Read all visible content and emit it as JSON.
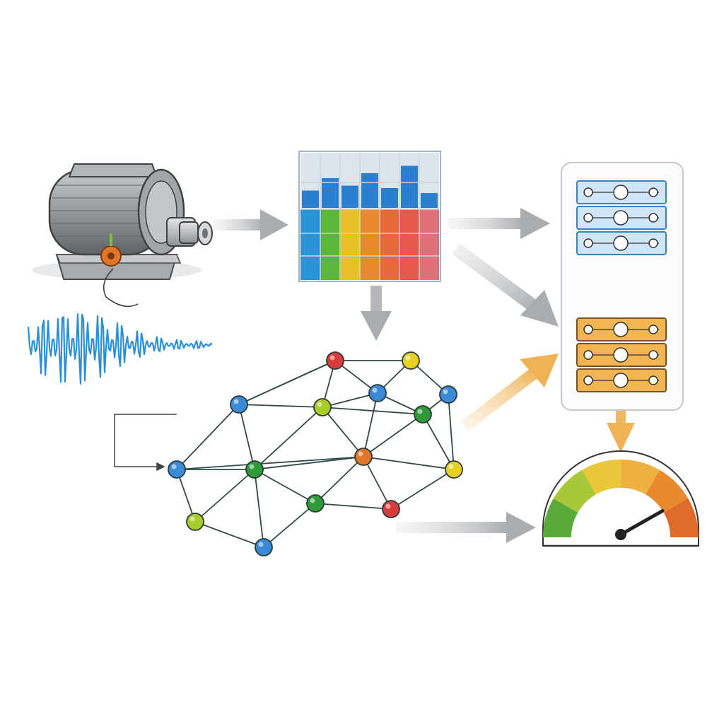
{
  "diagram": {
    "stages": [
      {
        "id": "motor",
        "icon": "electric-motor-icon"
      },
      {
        "id": "vibration-signal",
        "icon": "waveform-icon"
      },
      {
        "id": "spectrogram",
        "icon": "spectrogram-grid-icon"
      },
      {
        "id": "graph-network",
        "icon": "graph-network-icon"
      },
      {
        "id": "model-block-blue",
        "icon": "layered-model-icon"
      },
      {
        "id": "model-block-orange",
        "icon": "layered-model-icon"
      },
      {
        "id": "health-gauge",
        "icon": "gauge-icon"
      }
    ],
    "flows": [
      {
        "from": "motor",
        "to": "spectrogram"
      },
      {
        "from": "spectrogram",
        "to": "model-block-blue"
      },
      {
        "from": "spectrogram",
        "to": "model-block-orange"
      },
      {
        "from": "spectrogram",
        "to": "graph-network"
      },
      {
        "from": "model-block-blue",
        "to": "model-block-orange"
      },
      {
        "from": "graph-network",
        "to": "model-block-orange"
      },
      {
        "from": "model-block-orange",
        "to": "health-gauge"
      },
      {
        "from": "graph-network",
        "to": "health-gauge"
      }
    ],
    "spectrogram_bar_levels": [
      0.35,
      0.6,
      0.45,
      0.7,
      0.4,
      0.85,
      0.3
    ],
    "gauge_reading": 0.82,
    "colors": {
      "arrow_gray": "#b5b8bb",
      "arrow_orange": "#f0b860",
      "signal_blue": "#2a8fd8",
      "model_blue": "#cfe6f8",
      "model_orange": "#f2b552",
      "node_red": "#d93a3a",
      "node_yellow": "#e8d020",
      "node_blue": "#3a8ad8",
      "node_green": "#2f9a3a",
      "node_lime": "#a8cc2a",
      "node_orange": "#e0762a",
      "gauge_green": "#5aaa3a",
      "gauge_yellow": "#e8c83a",
      "gauge_orange": "#ea8a30"
    }
  }
}
